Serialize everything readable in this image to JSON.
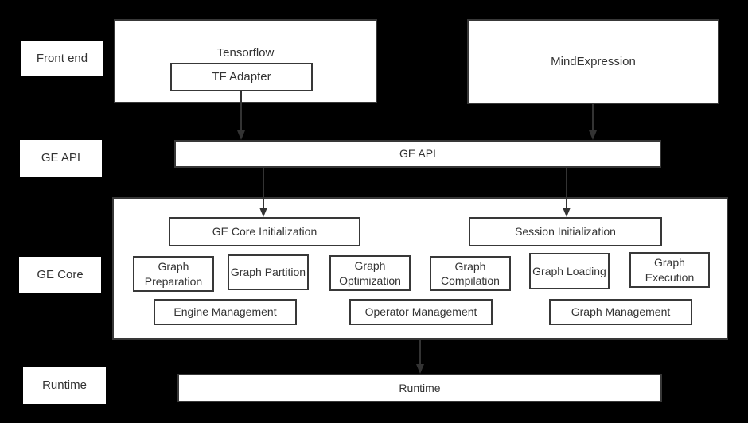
{
  "colors": {
    "background": "#000000",
    "box_fill": "#ffffff",
    "border": "#383838",
    "text": "#333333",
    "arrow": "#333333"
  },
  "row_labels": {
    "front_end": "Front end",
    "ge_api": "GE API",
    "ge_core": "GE Core",
    "runtime": "Runtime"
  },
  "front_end": {
    "tensorflow": "Tensorflow",
    "tf_adapter": "TF Adapter",
    "mindexpression": "MindExpression"
  },
  "ge_api": {
    "label": "GE API"
  },
  "ge_core": {
    "init": "GE Core Initialization",
    "session": "Session Initialization",
    "stages": [
      "Graph Preparation",
      "Graph Partition",
      "Graph Optimization",
      "Graph Compilation",
      "Graph Loading",
      "Graph Execution"
    ],
    "managers": [
      "Engine Management",
      "Operator Management",
      "Graph Management"
    ]
  },
  "runtime": {
    "label": "Runtime"
  }
}
